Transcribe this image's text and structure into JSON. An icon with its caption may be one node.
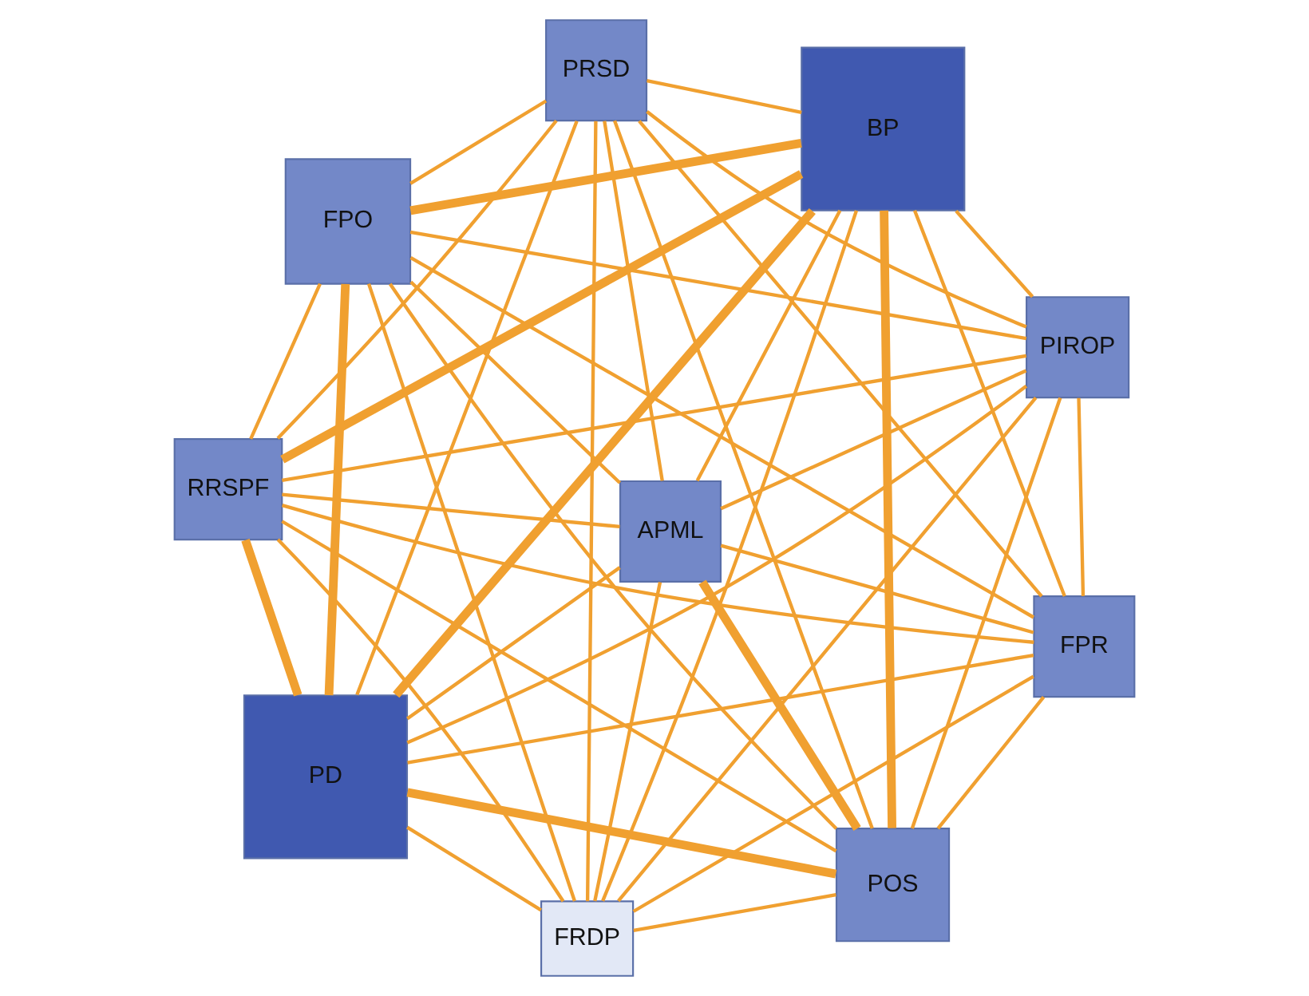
{
  "diagram": {
    "nodes": [
      {
        "text": [
          "RRSPF"
        ]
      },
      {
        "text": [
          "PIROP"
        ]
      },
      {
        "text": [
          "FRDP"
        ]
      },
      {
        "text": [
          "PRSD"
        ]
      },
      {
        "text": [
          "BP"
        ]
      },
      {
        "text": [
          "FPO"
        ]
      },
      {
        "text": [
          "PD"
        ]
      },
      {
        "text": [
          "FPR"
        ]
      },
      {
        "text": [
          "APML"
        ]
      },
      {
        "text": [
          "POS"
        ]
      }
    ],
    "edges": [
      {
        "from": 4,
        "to": 6,
        "arrow": "none",
        "style": "thick"
      },
      {
        "from": 0,
        "to": 4,
        "arrow": "none",
        "style": "thick"
      },
      {
        "from": 0,
        "to": 6,
        "arrow": "none",
        "style": "thick"
      },
      {
        "from": 4,
        "to": 5,
        "arrow": "none",
        "style": "thick"
      },
      {
        "from": 5,
        "to": 6,
        "arrow": "none",
        "style": "thick"
      },
      {
        "from": 6,
        "to": 9,
        "arrow": "none",
        "style": "thick"
      },
      {
        "from": 4,
        "to": 9,
        "arrow": "none",
        "style": "thick"
      },
      {
        "from": 8,
        "to": 9,
        "arrow": "none",
        "style": "thick"
      },
      {
        "from": 0,
        "to": 1,
        "arrow": "none"
      },
      {
        "from": 0,
        "to": 2,
        "arrow": "none"
      },
      {
        "from": 0,
        "to": 3,
        "arrow": "none"
      },
      {
        "from": 0,
        "to": 5,
        "arrow": "none"
      },
      {
        "from": 0,
        "to": 7,
        "arrow": "none"
      },
      {
        "from": 0,
        "to": 8,
        "arrow": "none"
      },
      {
        "from": 0,
        "to": 9,
        "arrow": "none"
      },
      {
        "from": 1,
        "to": 2,
        "arrow": "none"
      },
      {
        "from": 1,
        "to": 3,
        "arrow": "none"
      },
      {
        "from": 1,
        "to": 4,
        "arrow": "none"
      },
      {
        "from": 1,
        "to": 5,
        "arrow": "none"
      },
      {
        "from": 1,
        "to": 6,
        "arrow": "none"
      },
      {
        "from": 1,
        "to": 7,
        "arrow": "none"
      },
      {
        "from": 1,
        "to": 8,
        "arrow": "none"
      },
      {
        "from": 1,
        "to": 9,
        "arrow": "none"
      },
      {
        "from": 2,
        "to": 3,
        "arrow": "none"
      },
      {
        "from": 2,
        "to": 4,
        "arrow": "none"
      },
      {
        "from": 2,
        "to": 5,
        "arrow": "none"
      },
      {
        "from": 2,
        "to": 6,
        "arrow": "none"
      },
      {
        "from": 2,
        "to": 7,
        "arrow": "none"
      },
      {
        "from": 2,
        "to": 8,
        "arrow": "none"
      },
      {
        "from": 2,
        "to": 9,
        "arrow": "none"
      },
      {
        "from": 3,
        "to": 4,
        "arrow": "none"
      },
      {
        "from": 3,
        "to": 5,
        "arrow": "none"
      },
      {
        "from": 3,
        "to": 6,
        "arrow": "none"
      },
      {
        "from": 3,
        "to": 7,
        "arrow": "none"
      },
      {
        "from": 3,
        "to": 8,
        "arrow": "none"
      },
      {
        "from": 3,
        "to": 9,
        "arrow": "none"
      },
      {
        "from": 4,
        "to": 7,
        "arrow": "none"
      },
      {
        "from": 4,
        "to": 8,
        "arrow": "none"
      },
      {
        "from": 5,
        "to": 7,
        "arrow": "none"
      },
      {
        "from": 5,
        "to": 8,
        "arrow": "none"
      },
      {
        "from": 5,
        "to": 9,
        "arrow": "none"
      },
      {
        "from": 6,
        "to": 7,
        "arrow": "none"
      },
      {
        "from": 6,
        "to": 8,
        "arrow": "none"
      },
      {
        "from": 7,
        "to": 8,
        "arrow": "none"
      },
      {
        "from": 7,
        "to": 9,
        "arrow": "none"
      }
    ]
  }
}
